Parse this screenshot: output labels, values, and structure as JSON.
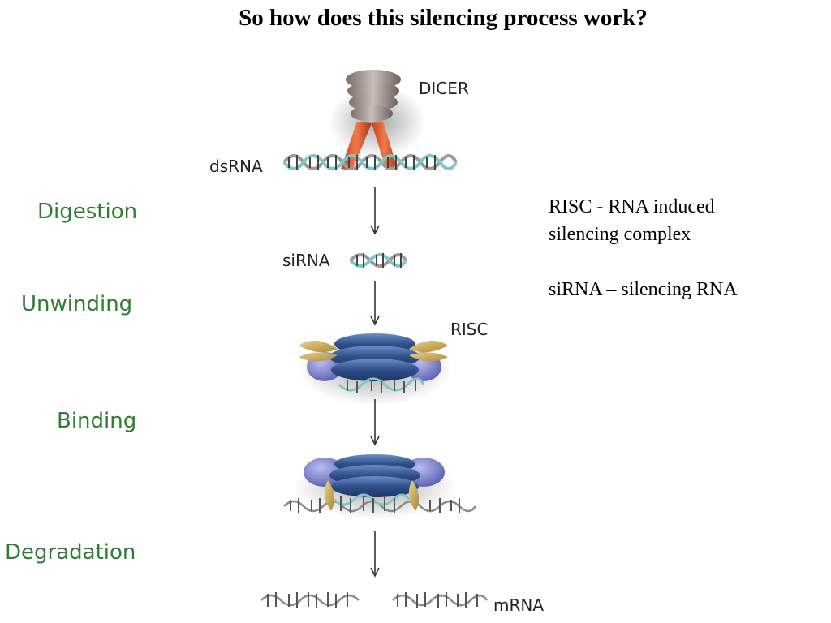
{
  "title": "So how does this silencing process work?",
  "steps": {
    "digestion": "Digestion",
    "unwinding": "Unwinding",
    "binding": "Binding",
    "degradation": "Degradation"
  },
  "labels": {
    "dicer": "DICER",
    "dsrna": "dsRNA",
    "sirna": "siRNA",
    "risc": "RISC",
    "mrna": "mRNA"
  },
  "notes": {
    "risc_line1": "RISC - RNA induced",
    "risc_line2": "silencing complex",
    "sirna_def": "siRNA – silencing RNA"
  }
}
